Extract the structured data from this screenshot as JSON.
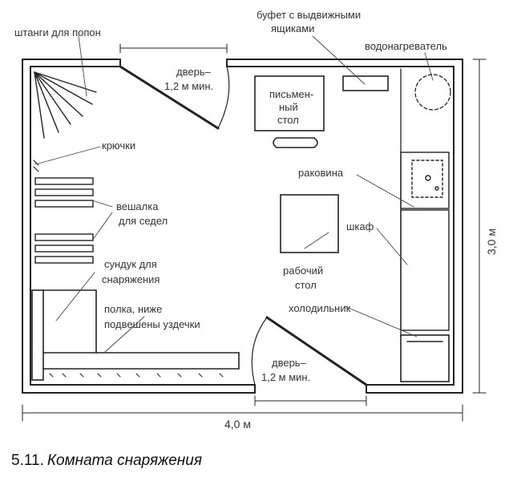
{
  "labels": {
    "towel_bars": "штанги для попон",
    "buffet_line1": "буфет с выдвижными",
    "buffet_line2": "ящиками",
    "water_heater": "водонагреватель",
    "door_top_line1": "дверь–",
    "door_top_line2": "1,2 м мин.",
    "desk_line1": "письмен-",
    "desk_line2": "ный",
    "desk_line3": "стол",
    "hooks": "крючки",
    "sink": "раковина",
    "saddle_rack_line1": "вешалка",
    "saddle_rack_line2": "для седел",
    "cabinet": "шкаф",
    "workbench_line1": "рабочий",
    "workbench_line2": "стол",
    "chest_line1": "сундук для",
    "chest_line2": "снаряжения",
    "shelf_line1": "полка, ниже",
    "shelf_line2": "подвешены уздечки",
    "fridge": "холодильник",
    "door_bottom_line1": "дверь–",
    "door_bottom_line2": "1,2 м мин."
  },
  "dimensions": {
    "width": "4,0 м",
    "height": "3,0 м"
  },
  "caption": {
    "number": "5.11.",
    "title": "Комната снаряжения"
  }
}
